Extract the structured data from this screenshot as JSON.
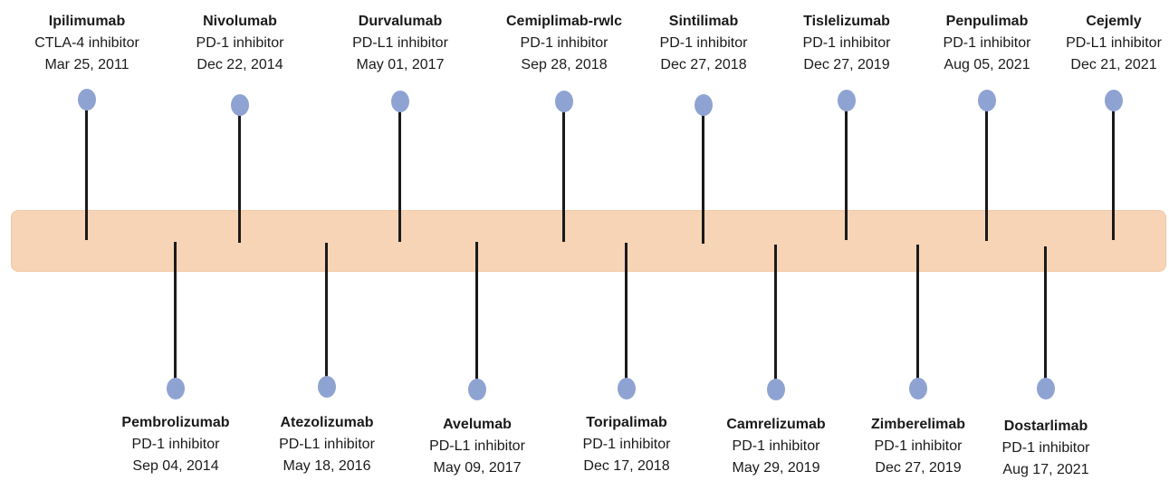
{
  "colors": {
    "band": "#f7d4b6",
    "marker": "#8fa3d3",
    "stem": "#1a1a1a"
  },
  "milestones": [
    {
      "name": "Ipilimumab",
      "class": "CTLA-4 inhibitor",
      "date": "Mar 25, 2011",
      "side": "top"
    },
    {
      "name": "Pembrolizumab",
      "class": "PD-1 inhibitor",
      "date": "Sep 04, 2014",
      "side": "bottom"
    },
    {
      "name": "Nivolumab",
      "class": "PD-1 inhibitor",
      "date": "Dec 22, 2014",
      "side": "top"
    },
    {
      "name": "Atezolizumab",
      "class": "PD-L1 inhibitor",
      "date": "May 18, 2016",
      "side": "bottom"
    },
    {
      "name": "Durvalumab",
      "class": "PD-L1 inhibitor",
      "date": "May 01, 2017",
      "side": "top"
    },
    {
      "name": "Avelumab",
      "class": "PD-L1 inhibitor",
      "date": "May 09, 2017",
      "side": "bottom"
    },
    {
      "name": "Cemiplimab-rwlc",
      "class": "PD-1 inhibitor",
      "date": "Sep 28, 2018",
      "side": "top"
    },
    {
      "name": "Toripalimab",
      "class": "PD-1 inhibitor",
      "date": "Dec 17, 2018",
      "side": "bottom"
    },
    {
      "name": "Sintilimab",
      "class": "PD-1 inhibitor",
      "date": "Dec 27, 2018",
      "side": "top"
    },
    {
      "name": "Camrelizumab",
      "class": "PD-1 inhibitor",
      "date": "May 29, 2019",
      "side": "bottom"
    },
    {
      "name": "Tislelizumab",
      "class": "PD-1 inhibitor",
      "date": "Dec 27, 2019",
      "side": "top"
    },
    {
      "name": "Zimberelimab",
      "class": "PD-1 inhibitor",
      "date": "Dec 27, 2019",
      "side": "bottom"
    },
    {
      "name": "Penpulimab",
      "class": "PD-1 inhibitor",
      "date": "Aug 05, 2021",
      "side": "top"
    },
    {
      "name": "Dostarlimab",
      "class": "PD-1 inhibitor",
      "date": "Aug 17, 2021",
      "side": "bottom"
    },
    {
      "name": "Cejemly",
      "class": "PD-L1 inhibitor",
      "date": "Dec 21, 2021",
      "side": "top"
    }
  ]
}
